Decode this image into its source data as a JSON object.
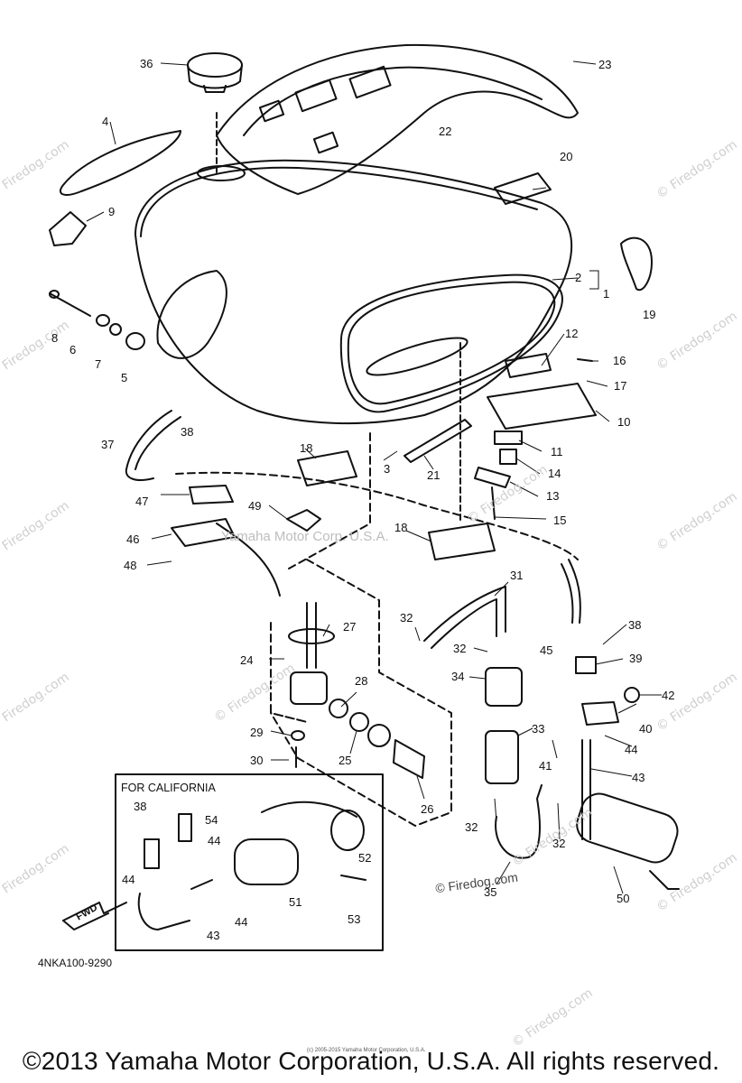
{
  "diagram": {
    "code": "4NKA100-9290",
    "callouts": [
      "1",
      "2",
      "3",
      "4",
      "5",
      "6",
      "7",
      "8",
      "9",
      "10",
      "11",
      "12",
      "13",
      "14",
      "15",
      "16",
      "17",
      "18",
      "18",
      "19",
      "20",
      "21",
      "22",
      "23",
      "24",
      "25",
      "26",
      "27",
      "28",
      "29",
      "30",
      "31",
      "32",
      "32",
      "32",
      "32",
      "33",
      "34",
      "35",
      "36",
      "37",
      "38",
      "38",
      "38",
      "39",
      "40",
      "41",
      "42",
      "43",
      "43",
      "44",
      "44",
      "44",
      "44",
      "45",
      "46",
      "47",
      "48",
      "49",
      "50",
      "51",
      "52",
      "53",
      "54"
    ],
    "inset_title": "FOR CALIFORNIA",
    "direction_label": "FWD",
    "center_watermark": "Yamaha Motor Corp. U.S.A.",
    "watermark": "© Firedog.com",
    "firedog_label": "© Firedog.com"
  },
  "footer": {
    "copyright": "©2013 Yamaha Motor Corporation, U.S.A. All rights reserved.",
    "fineprint": "(c) 2005-2015 Yamaha Motor Corporation, U.S.A."
  }
}
